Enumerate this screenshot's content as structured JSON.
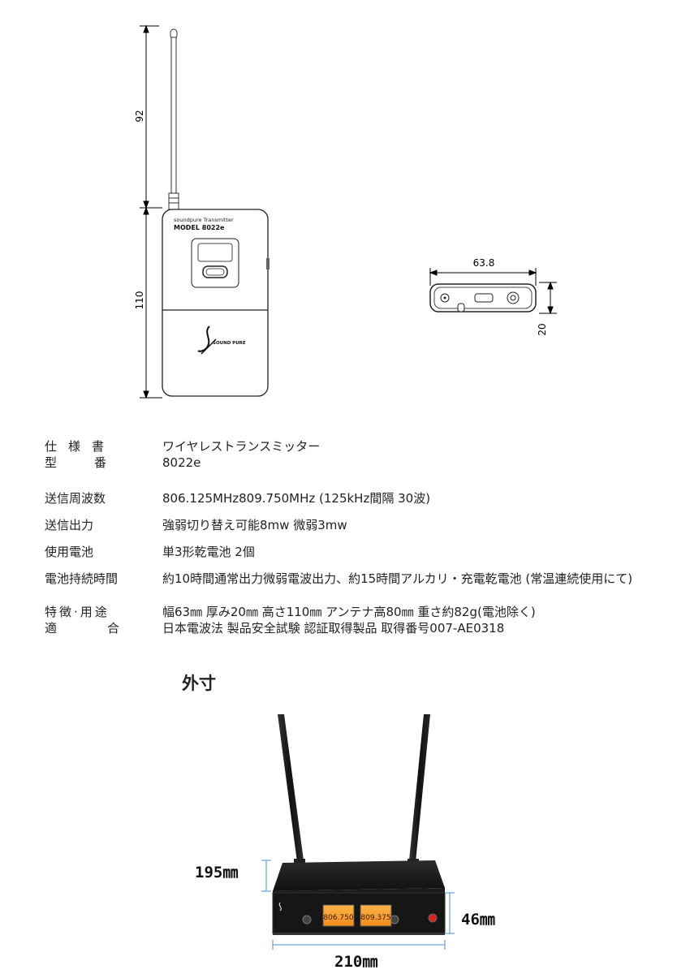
{
  "transmitter": {
    "label_brand": "soundpure Transmitter",
    "label_model": "MODEL 8022e",
    "logo_text": "SOUND PURE",
    "dim_height_antenna": "92",
    "dim_height_body": "110",
    "dim_width": "63.8",
    "dim_depth": "20"
  },
  "specs": {
    "spec_label": "仕様書",
    "spec_value": "ワイヤレストランスミッター",
    "model_label": "型番",
    "model_value": "8022e",
    "rows": [
      {
        "label": "送信周波数",
        "value": "806.125MHz809.750MHz (125kHz間隔 30波)"
      },
      {
        "label": "送信出力",
        "value": "強弱切り替え可能8mw 微弱3mw"
      },
      {
        "label": "使用電池",
        "value": "単3形乾電池 2個"
      },
      {
        "label": "電池持続時間",
        "value": "約10時間通常出力微弱電波出力、約15時間アルカリ・充電乾電池 (常温連続使用にて)"
      }
    ],
    "feature_label": "特徴·用途",
    "feature_value": "幅63㎜ 厚み20㎜ 高さ110㎜ アンテナ高80㎜  重さ約82g(電池除く)",
    "compliance_label": "適合",
    "compliance_value": "日本電波法 製品安全試験 認証取得製品 取得番号007-AE0318"
  },
  "receiver": {
    "section_title": "外寸",
    "dim_depth": "195㎜",
    "dim_height": "46㎜",
    "dim_width": "210㎜",
    "display_a": "806.750",
    "display_b": "809.375"
  }
}
